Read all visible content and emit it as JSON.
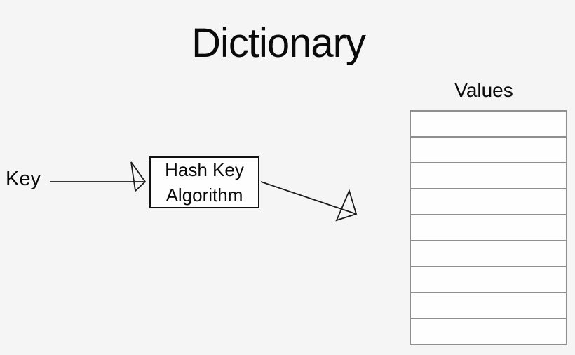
{
  "title": "Dictionary",
  "diagram": {
    "key_label": "Key",
    "hash_box": {
      "line1": "Hash Key",
      "line2": "Algorithm"
    },
    "values_table": {
      "header": "Values",
      "row_count": 9,
      "rows": [
        "",
        "",
        "",
        "",
        "",
        "",
        "",
        "",
        ""
      ]
    },
    "icons": [
      "open-arrowhead-icon",
      "open-arrowhead-icon"
    ],
    "colors": {
      "background": "#f5f5f5",
      "arrow_stroke": "#1a1a1a",
      "box_border": "#111111",
      "table_border": "#8f8f8f",
      "cell_fill": "#fefefe"
    }
  }
}
